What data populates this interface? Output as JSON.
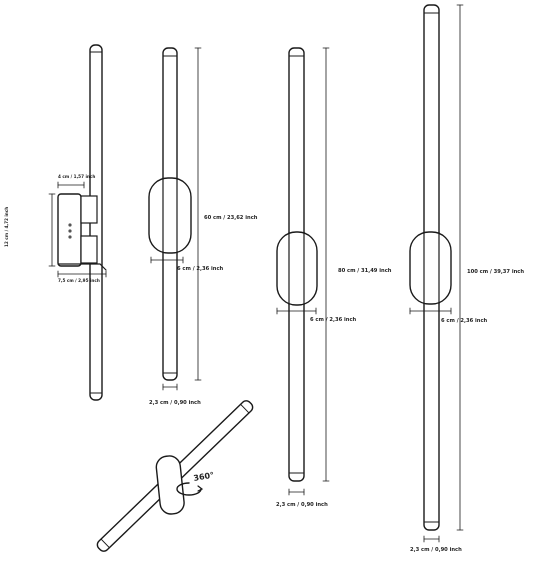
{
  "labels": {
    "side_width": "4 cm / 1,57 inch",
    "side_height": "12 cm / 4,72 inch",
    "side_depth": "7,5 cm / 2,95 inch",
    "lamp60_length": "60 cm / 23,62 inch",
    "lamp60_base": "6 cm / 2,36 inch",
    "lamp60_tube": "2,3 cm / 0,90 inch",
    "lamp80_length": "80 cm / 31,49 inch",
    "lamp80_base": "6 cm / 2,36 inch",
    "lamp80_tube": "2,3 cm / 0,90 inch",
    "lamp100_length": "100 cm / 39,37 inch",
    "lamp100_base": "6 cm / 2,36 inch",
    "lamp100_tube": "2,3 cm / 0,90 inch",
    "rotation": "360°"
  },
  "icons": {
    "rotation": "rotate-360-icon"
  },
  "colors": {
    "line": "#1a1a1a",
    "background": "#ffffff"
  }
}
